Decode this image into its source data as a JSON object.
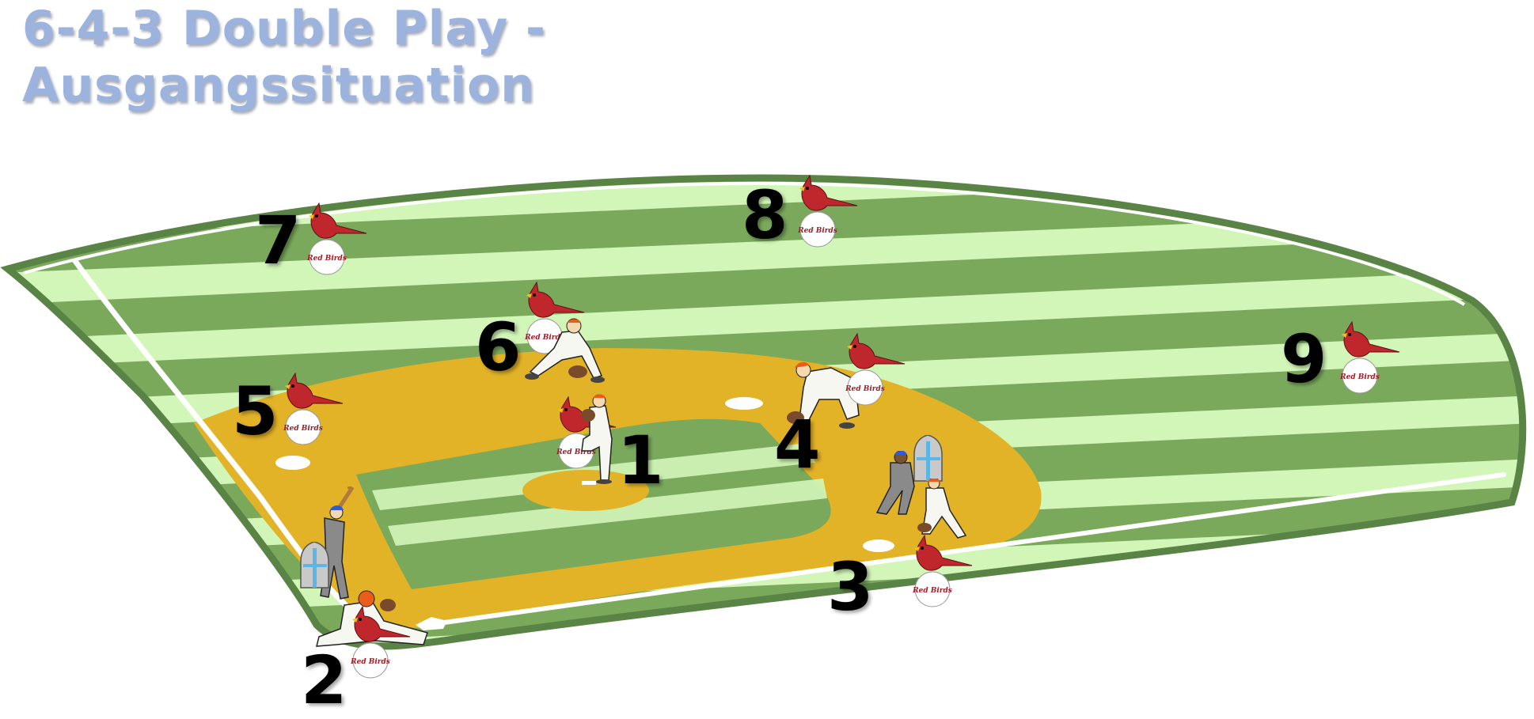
{
  "title": {
    "line1": "6-4-3 Double Play -",
    "line2": "Ausgangssituation"
  },
  "colors": {
    "title": "#9bb3dd",
    "outfield_dark": "#7aa95c",
    "outfield_light": "#d2f5b8",
    "infield_dirt": "#e2b227",
    "field_border": "#5a8445",
    "foul_line": "#ffffff",
    "position_number": "#000000",
    "cardinal_red": "#c0272d",
    "helmet_blue": "#2f5bd4",
    "cap_orange": "#ec5d19"
  },
  "mascot": {
    "label": "Red Birds",
    "icon": "cardinal-on-baseball-icon"
  },
  "positions": [
    {
      "number": "1",
      "role": "pitcher"
    },
    {
      "number": "2",
      "role": "catcher"
    },
    {
      "number": "3",
      "role": "first-baseman"
    },
    {
      "number": "4",
      "role": "second-baseman"
    },
    {
      "number": "5",
      "role": "third-baseman"
    },
    {
      "number": "6",
      "role": "shortstop"
    },
    {
      "number": "7",
      "role": "left-fielder"
    },
    {
      "number": "8",
      "role": "center-fielder"
    },
    {
      "number": "9",
      "role": "right-fielder"
    }
  ],
  "opponents": [
    {
      "role": "batter",
      "icon": "knight-helmet-icon"
    },
    {
      "role": "runner-first-base",
      "icon": "knight-helmet-icon"
    }
  ]
}
